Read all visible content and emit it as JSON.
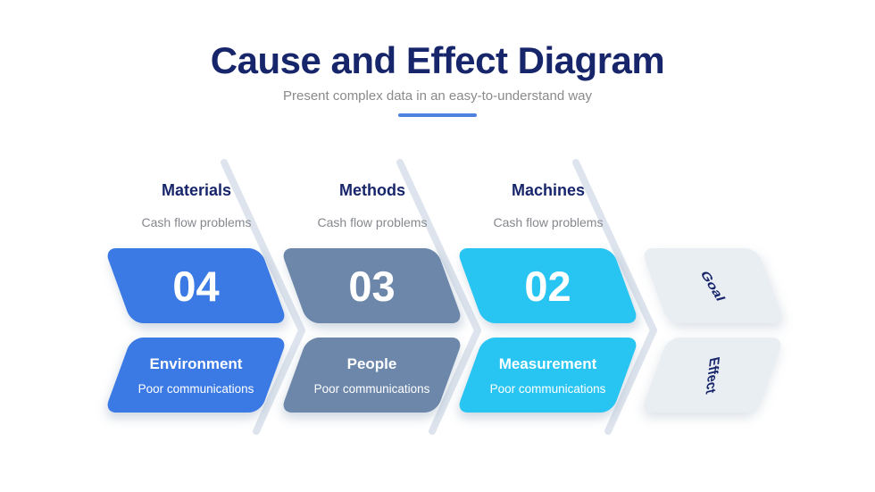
{
  "header": {
    "title": "Cause and Effect Diagram",
    "subtitle": "Present complex data in an easy-to-understand way"
  },
  "colors": {
    "accent_underline": "#4E82E0",
    "title_navy": "#17256B",
    "subtitle_gray": "#8A8A8A",
    "category_note_gray": "#85888E",
    "divider": "#DDE4ED",
    "shape_text": "#FFFFFF",
    "outcome_fill": "#E9EEF3"
  },
  "categories": [
    {
      "heading": "Materials",
      "note": "Cash flow problems",
      "number": "04",
      "cause": "Environment",
      "cause_note": "Poor communications",
      "fill": "#3B7AE4"
    },
    {
      "heading": "Methods",
      "note": "Cash flow problems",
      "number": "03",
      "cause": "People",
      "cause_note": "Poor communications",
      "fill": "#6C87AA"
    },
    {
      "heading": "Machines",
      "note": "Cash flow problems",
      "number": "02",
      "cause": "Measurement",
      "cause_note": "Poor communications",
      "fill": "#29C5F2"
    }
  ],
  "outcome": {
    "goal_label": "Goal",
    "effect_label": "Effect"
  }
}
